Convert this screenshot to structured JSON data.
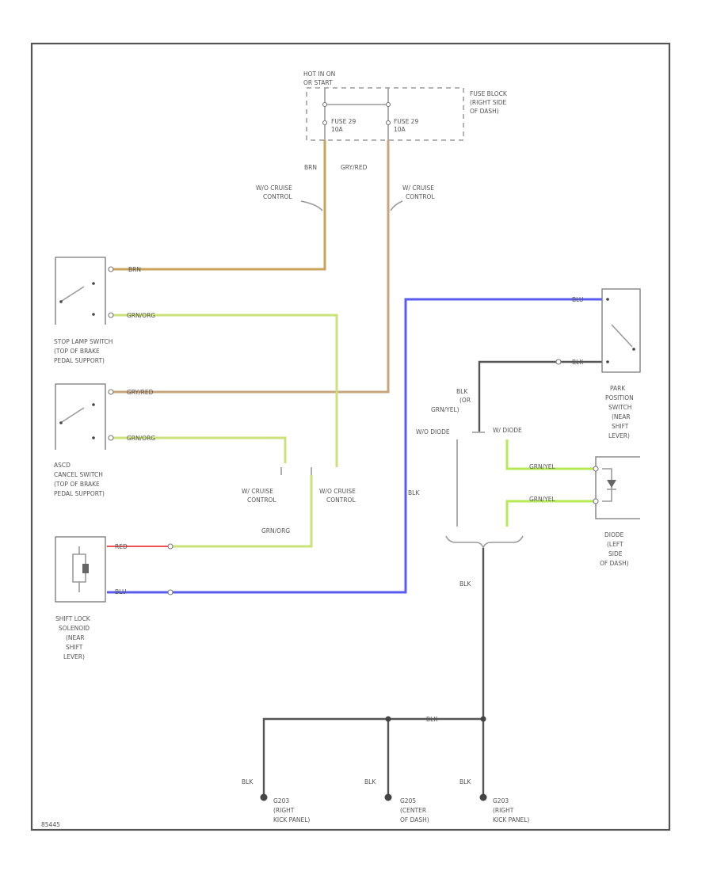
{
  "colors": {
    "brn": "#c8a35a",
    "gryred": "#c9a47a",
    "grnorg": "#cbe27a",
    "grnyel": "#b6ea55",
    "red": "#ee5252",
    "blu": "#5a5cf0",
    "blk": "#555555"
  },
  "fuse_block": {
    "hot_label": "HOT IN ON",
    "hot_label2": "OR START",
    "fuse_a": "FUSE 29",
    "fuse_a_amp": "10A",
    "fuse_b": "FUSE 29",
    "fuse_b_amp": "10A",
    "location": [
      "FUSE BLOCK",
      "(RIGHT SIDE",
      "OF DASH)"
    ]
  },
  "wires": {
    "brn": "BRN",
    "gryred": "GRY/RED",
    "grnorg": "GRN/ORG",
    "red": "RED",
    "blu": "BLU",
    "blk": "BLK",
    "grnyel": "GRN/YEL",
    "blk_or_grnyel": [
      "BLK",
      "(OR",
      "GRN/YEL)"
    ]
  },
  "notes": {
    "wo_cruise": [
      "W/O CRUISE",
      "CONTROL"
    ],
    "w_cruise": [
      "W/ CRUISE",
      "CONTROL"
    ],
    "wo_diode": "W/O DIODE",
    "w_diode": "W/ DIODE"
  },
  "components": {
    "stop_lamp_switch": [
      "STOP LAMP SWITCH",
      "(TOP OF BRAKE",
      "PEDAL SUPPORT)"
    ],
    "ascd_switch": [
      "ASCD",
      "CANCEL SWITCH",
      "(TOP OF BRAKE",
      "PEDAL SUPPORT)"
    ],
    "shift_lock_solenoid": [
      "SHIFT LOCK",
      "SOLENOID",
      "(NEAR",
      "SHIFT",
      "LEVER)"
    ],
    "park_position_switch": [
      "PARK",
      "POSITION",
      "SWITCH",
      "(NEAR",
      "SHIFT",
      "LEVER)"
    ],
    "diode": [
      "DIODE",
      "(LEFT",
      "SIDE",
      "OF DASH)"
    ]
  },
  "grounds": [
    {
      "id": "G203",
      "desc": [
        "(RIGHT",
        "KICK PANEL)"
      ]
    },
    {
      "id": "G205",
      "desc": [
        "(CENTER",
        "OF DASH)"
      ]
    },
    {
      "id": "G203",
      "desc": [
        "(RIGHT",
        "KICK PANEL)"
      ]
    }
  ],
  "footer_code": "85445"
}
